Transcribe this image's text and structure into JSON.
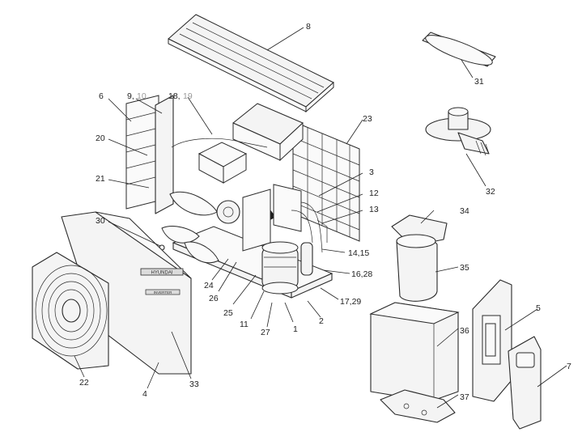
{
  "callouts": {
    "c1": "1",
    "c2": "2",
    "c3": "3",
    "c4": "4",
    "c5": "5",
    "c6": "6",
    "c7": "7",
    "c8": "8",
    "c9": "9,",
    "c10": "10",
    "c11": "11",
    "c12": "12",
    "c13": "13",
    "c14_15": "14,15",
    "c16_28": "16,28",
    "c17_29": "17,29",
    "c18": "18,",
    "c19": "19",
    "c20": "20",
    "c21": "21",
    "c22": "22",
    "c23": "23",
    "c24": "24",
    "c25": "25",
    "c26": "26",
    "c27": "27",
    "c30": "30",
    "c31": "31",
    "c32": "32",
    "c33": "33",
    "c34": "34",
    "c35": "35",
    "c36": "36",
    "c37": "37"
  },
  "labels": {
    "brand_plate": "HYUNDAI",
    "model_plate": "INVERTER"
  },
  "colors": {
    "line": "#2a2a2a",
    "fill": "#f4f4f4",
    "callout": "#222222",
    "callout_secondary": "#9a9a9a"
  }
}
